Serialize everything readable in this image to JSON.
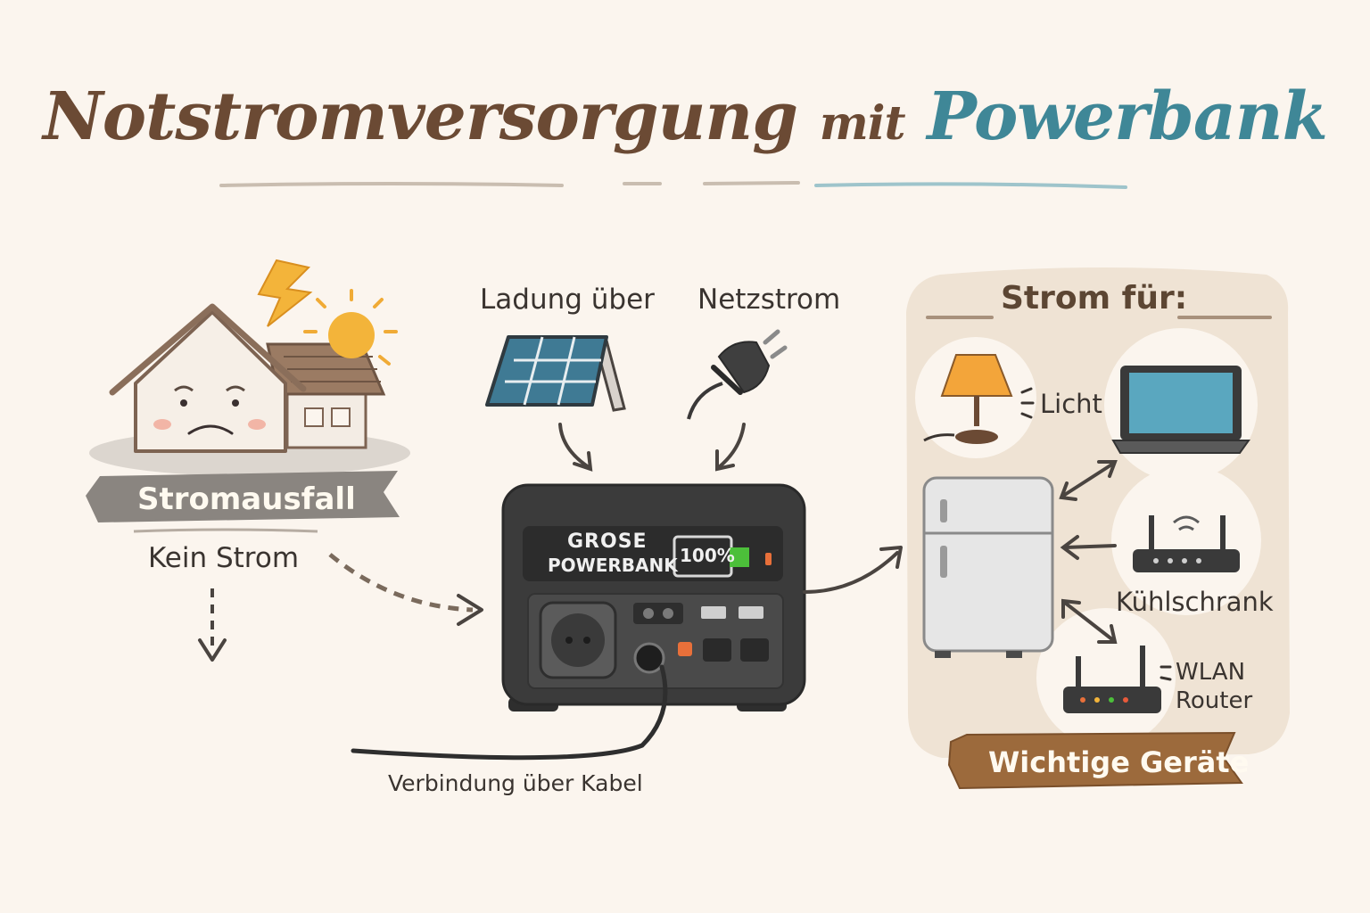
{
  "title": {
    "part1": "Notstromversorgung",
    "part2": "mit",
    "part3": "Powerbank"
  },
  "house": {
    "banner": "Stromausfall",
    "subtitle": "Kein Strom"
  },
  "charging": {
    "label_left": "Ladung über",
    "label_right": "Netzstrom"
  },
  "powerbank": {
    "line1": "GROSE",
    "line2": "POWERBANK",
    "battery_percent": "100%",
    "battery_level": 1.0
  },
  "cable_label": "Verbindung über Kabel",
  "devices": {
    "heading": "Strom für:",
    "items": [
      "Licht",
      "Kühlschrank",
      "WLAN",
      "Router"
    ],
    "banner": "Wichtige Geräte"
  },
  "colors": {
    "background": "#fbf5ee",
    "title_brown": "#6b4a34",
    "title_teal": "#3f8797",
    "powerbank": "#3b3b3b",
    "battery_green": "#4cbf3a",
    "banner_gray": "#8a8580",
    "banner_wood": "#9c6a3c"
  }
}
